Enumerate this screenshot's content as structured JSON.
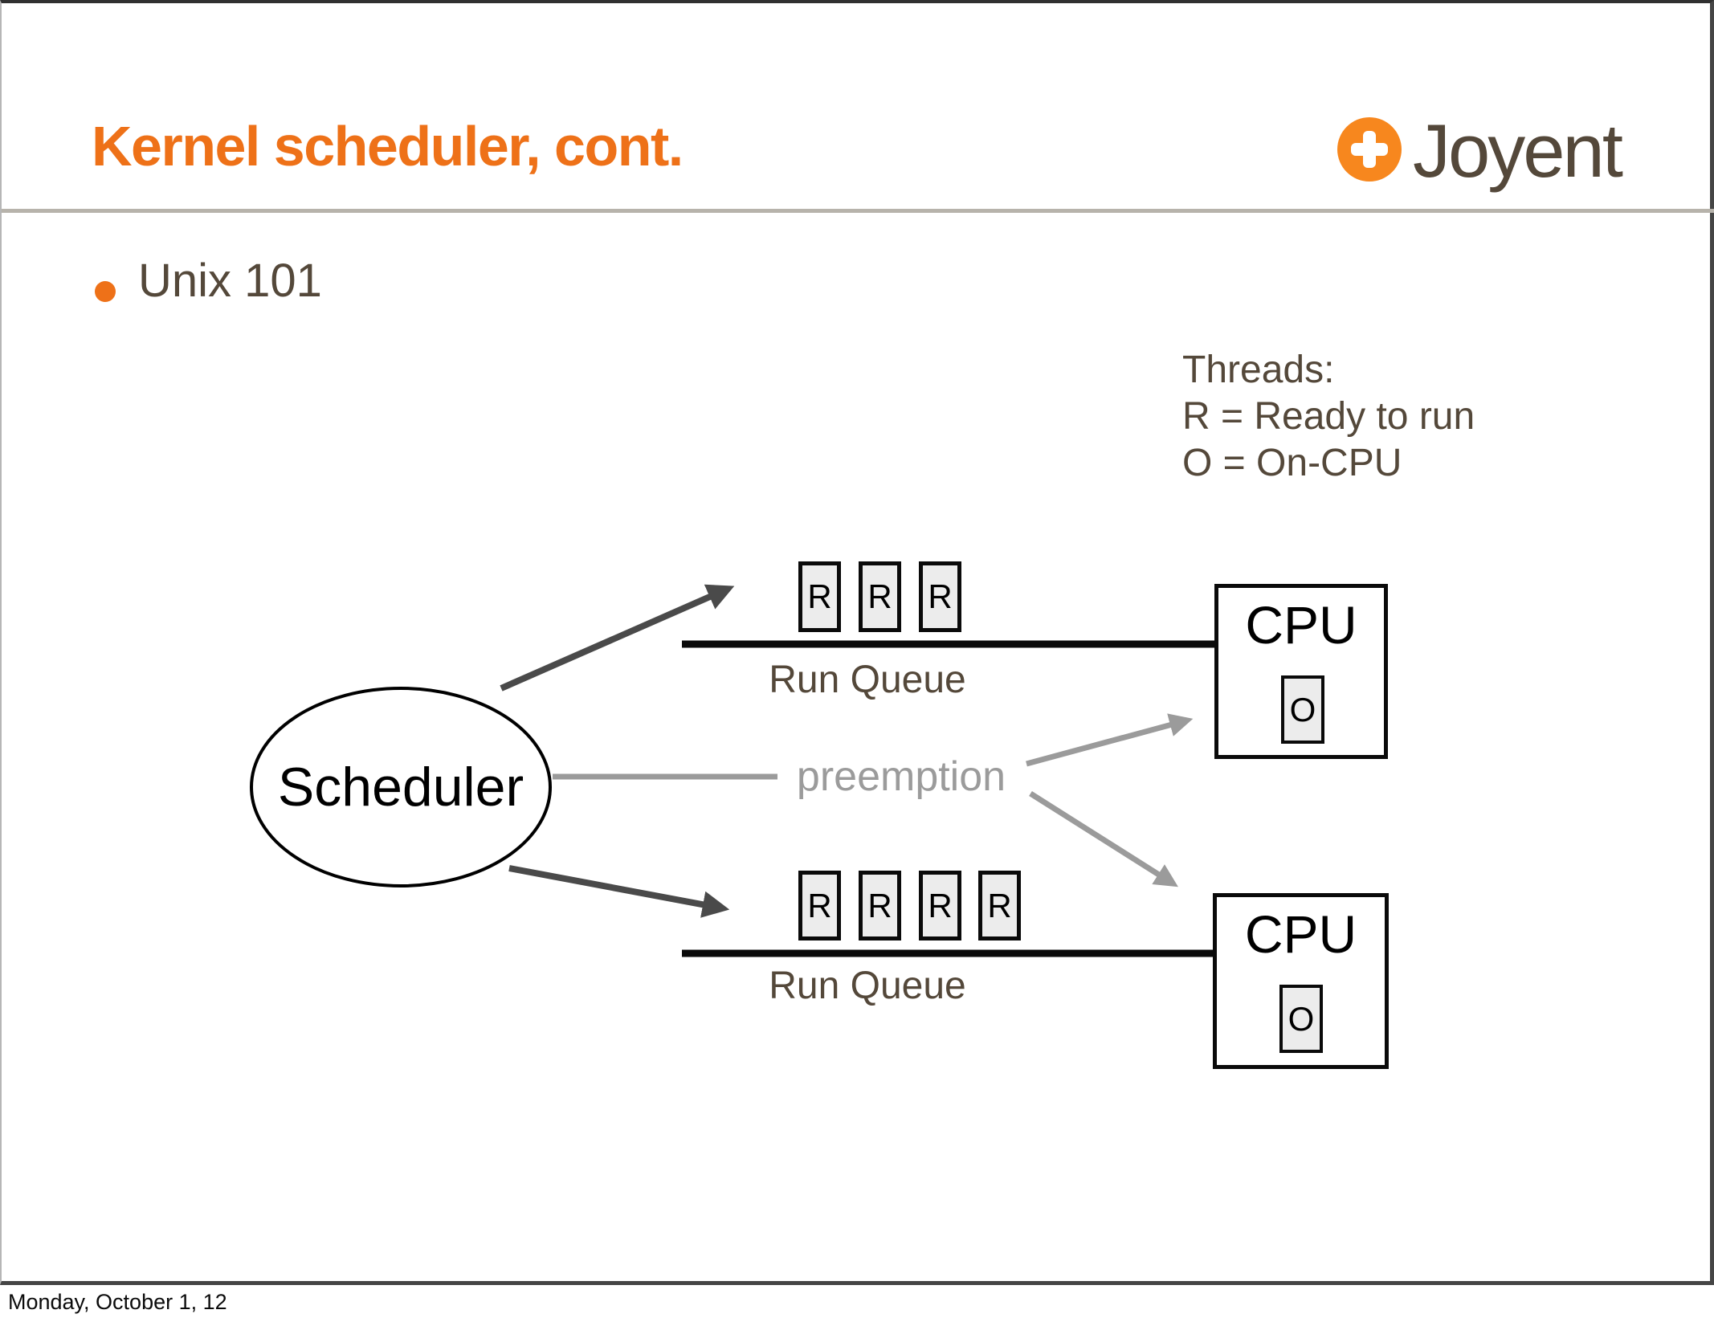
{
  "slide": {
    "title": "Kernel scheduler, cont.",
    "bullet": "Unix 101",
    "footer_date": "Monday, October 1, 12"
  },
  "logo": {
    "text": "Joyent"
  },
  "legend": {
    "title": "Threads:",
    "lines": [
      "R = Ready to run",
      "O = On-CPU"
    ]
  },
  "diagram": {
    "scheduler_label": "Scheduler",
    "preemption_label": "preemption",
    "top_queue": {
      "label": "Run Queue",
      "threads": [
        "R",
        "R",
        "R"
      ]
    },
    "bottom_queue": {
      "label": "Run Queue",
      "threads": [
        "R",
        "R",
        "R",
        "R"
      ]
    },
    "top_cpu": {
      "label": "CPU",
      "thread": "O"
    },
    "bottom_cpu": {
      "label": "CPU",
      "thread": "O"
    }
  },
  "colors": {
    "accent": "#EE7118",
    "logo-orange": "#F7871E",
    "text-dark": "#54483A",
    "gray-label": "#9B9B9B",
    "arrow-dark": "#4A4A4A",
    "divider": "#B7B3AB",
    "box-fill": "#ECECEC"
  }
}
